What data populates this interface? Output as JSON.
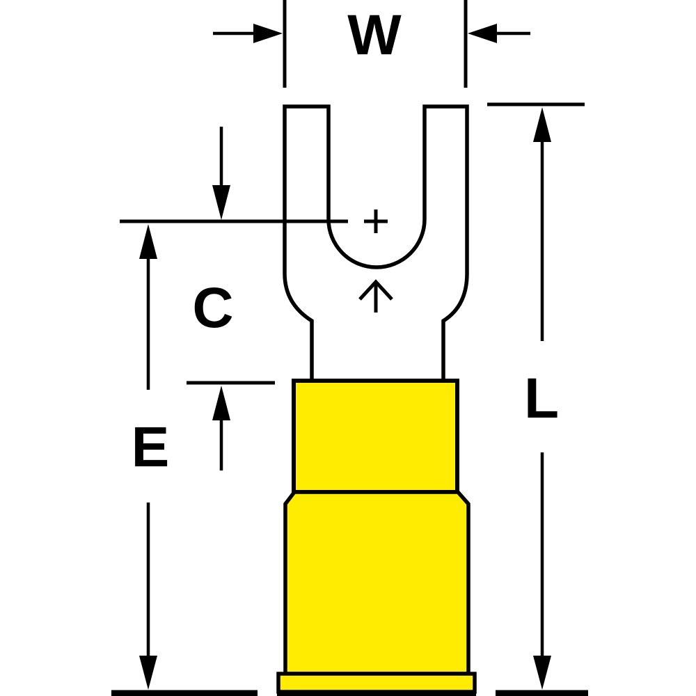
{
  "diagram": {
    "type": "technical-dimension-diagram",
    "subject": "fork-spade-terminal-with-insulated-barrel",
    "dimension_labels": {
      "w": "W",
      "c": "C",
      "e": "E",
      "l": "L"
    },
    "marks": {
      "crotch_center": "+"
    },
    "colors": {
      "insulation": "#ffec00",
      "line": "#000000",
      "background": "#ffffff"
    }
  }
}
